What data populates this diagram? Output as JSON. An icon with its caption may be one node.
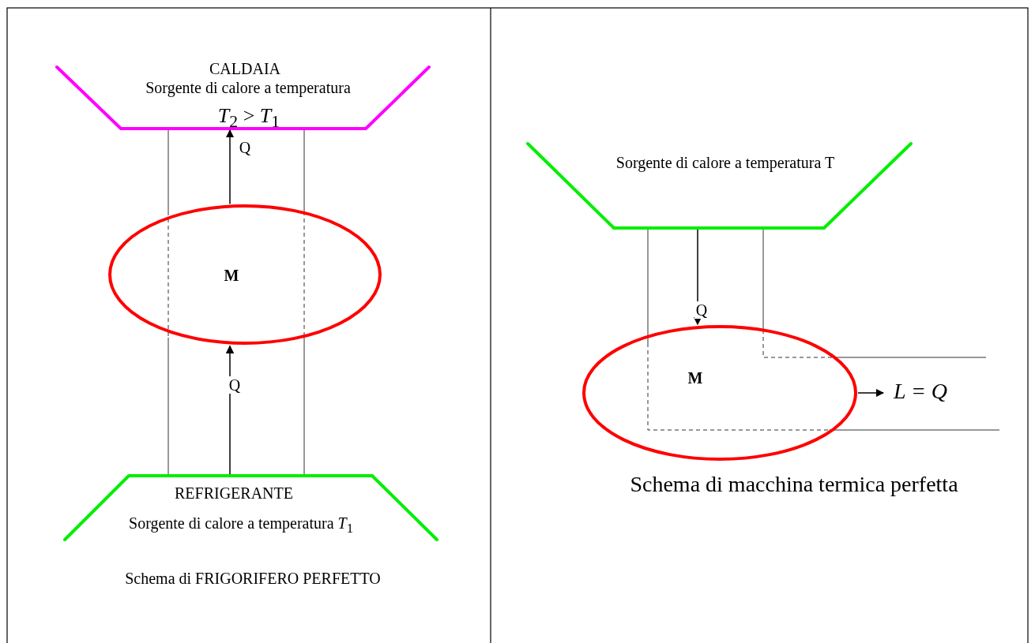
{
  "diagram": {
    "nodes": [
      {
        "text": [
          "CALDAIA",
          "Sorgente di calore a temperatura",
          "*T*$_{2}$ > *T*$_{1}$"
        ]
      },
      {
        "text": [
          "M"
        ]
      },
      {
        "text": [
          "REFRIGERANTE",
          "Sorgente di calore a temperatura *T*$_{1}$"
        ]
      },
      {
        "text": [
          "Sorgente di calore a temperatura T"
        ]
      },
      {
        "text": [
          "M"
        ]
      },
      {
        "text": [
          "L = Q"
        ]
      }
    ],
    "edges": [
      {
        "from": 2,
        "to": 1,
        "label": "Q",
        "arrow": "to"
      },
      {
        "from": 1,
        "to": 0,
        "label": "Q",
        "arrow": "to"
      },
      {
        "from": 3,
        "to": 4,
        "label": "Q",
        "arrow": "to"
      },
      {
        "from": 4,
        "to": 5,
        "arrow": "to"
      }
    ],
    "labels": [
      "Schema di FRIGORIFERO PERFETTO",
      "Schema di macchina termica perfetta"
    ]
  }
}
